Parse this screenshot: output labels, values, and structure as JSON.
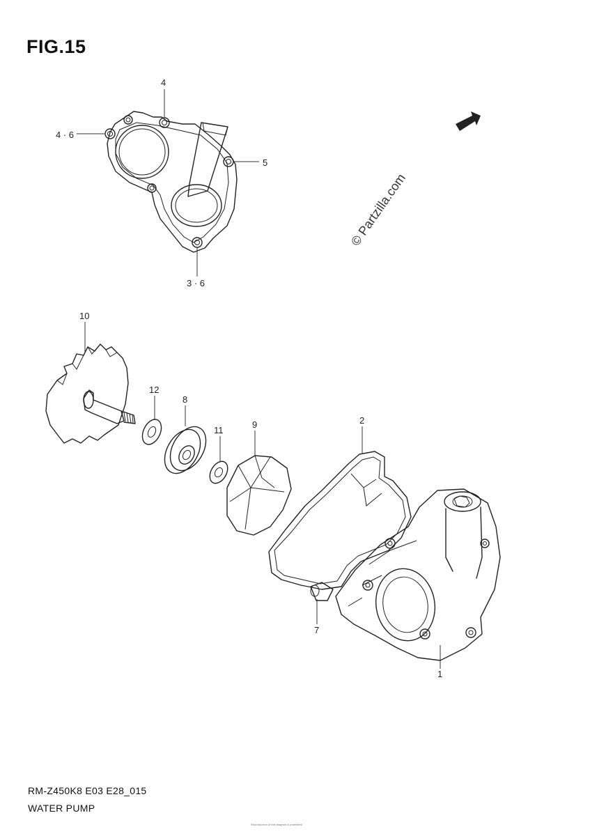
{
  "figure_label": "FIG.15",
  "callouts": [
    {
      "id": "4",
      "text": "4"
    },
    {
      "id": "4-6",
      "text": "4 · 6"
    },
    {
      "id": "5",
      "text": "5"
    },
    {
      "id": "3-6",
      "text": "3 · 6"
    },
    {
      "id": "10",
      "text": "10"
    },
    {
      "id": "12",
      "text": "12"
    },
    {
      "id": "8",
      "text": "8"
    },
    {
      "id": "11",
      "text": "11"
    },
    {
      "id": "9",
      "text": "9"
    },
    {
      "id": "2",
      "text": "2"
    },
    {
      "id": "7",
      "text": "7"
    },
    {
      "id": "1",
      "text": "1"
    }
  ],
  "fwd_label": "FWD",
  "watermark": "© Partzilla.com",
  "footer": {
    "model_code": "RM-Z450K8 E03 E28_015",
    "part_name": "WATER PUMP",
    "copyright": "Reproduction of this diagram is prohibited"
  }
}
